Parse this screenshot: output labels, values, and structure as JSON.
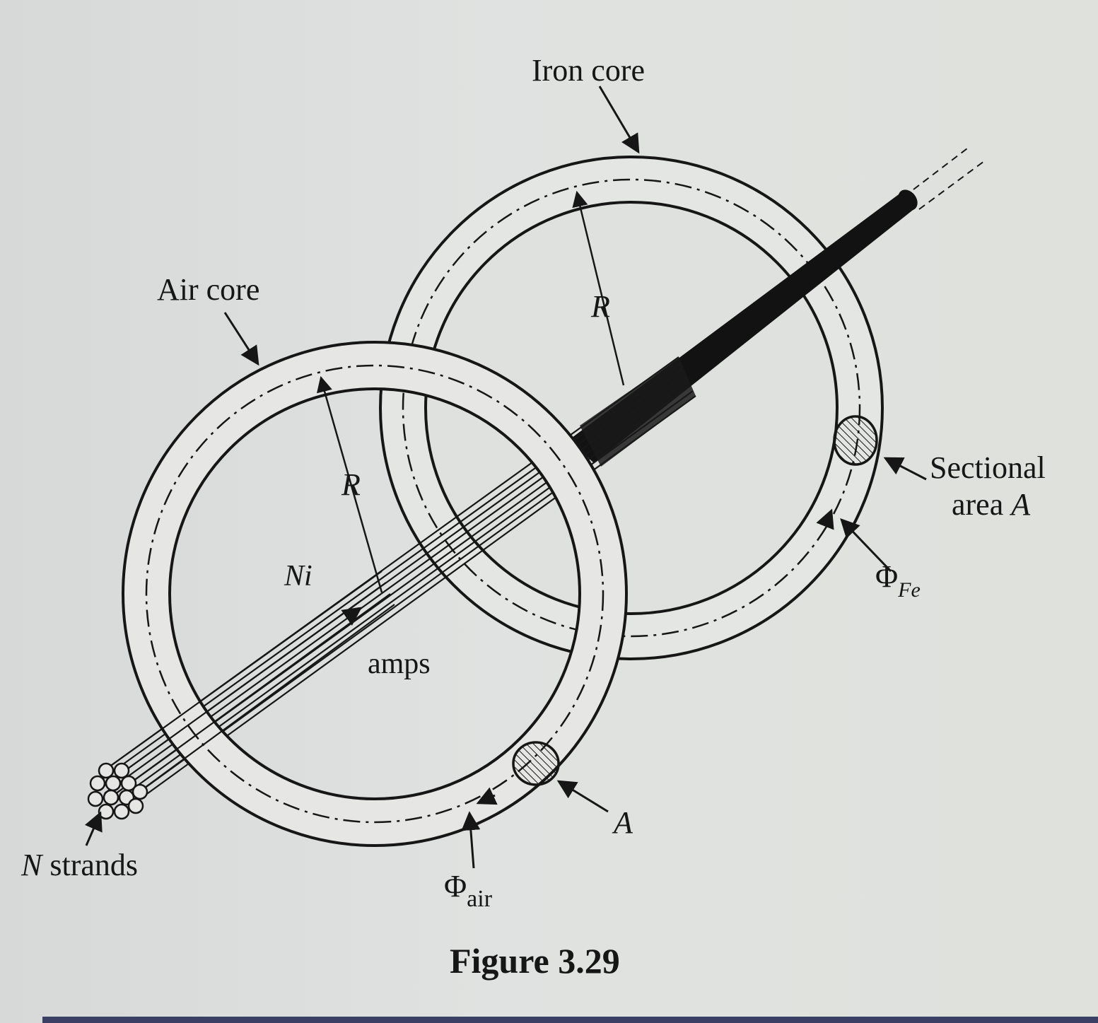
{
  "labels": {
    "iron_core": "Iron core",
    "air_core": "Air core",
    "r_iron": "R",
    "r_air": "R",
    "ni": "Ni",
    "amps": "amps",
    "sectional": "Sectional",
    "area_a": "area ",
    "area_a_italic": "A",
    "phi_fe_symbol": "Φ",
    "phi_fe_sub": "Fe",
    "a_label": "A",
    "phi_air_symbol": "Φ",
    "phi_air_sub": "air",
    "n_strands_italic": "N",
    "n_strands": " strands",
    "caption": "Figure 3.29"
  },
  "colors": {
    "ink": "#161616",
    "paper": "#dcdedd",
    "bar": "#3b3f63"
  }
}
